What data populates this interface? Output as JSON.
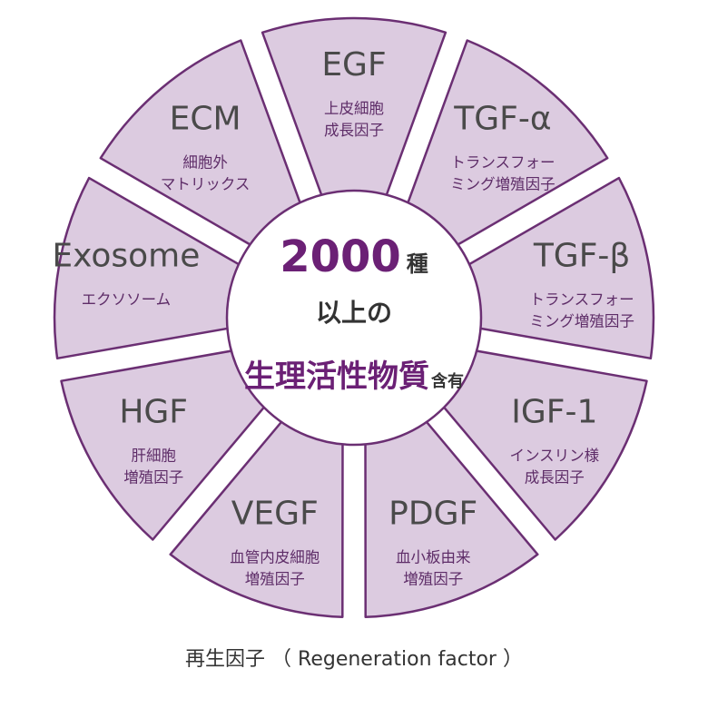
{
  "center": {
    "count": "2000",
    "count_unit": "種",
    "line2": "以上の",
    "substance": "生理活性物質",
    "contains": "含有"
  },
  "caption": "再生因子 （ Regeneration factor ）",
  "colors": {
    "segment_fill": "#dccbe0",
    "outline": "#6b2f73",
    "accent_text": "#6b2075",
    "dark_text": "#333333"
  },
  "segments": [
    {
      "title": "EGF",
      "sub1": "上皮細胞",
      "sub2": "成長因子"
    },
    {
      "title": "TGF-α",
      "sub1": "トランスフォー",
      "sub2": "ミング増殖因子"
    },
    {
      "title": "TGF-β",
      "sub1": "トランスフォー",
      "sub2": "ミング増殖因子"
    },
    {
      "title": "IGF-1",
      "sub1": "インスリン様",
      "sub2": "成長因子"
    },
    {
      "title": "PDGF",
      "sub1": "血小板由来",
      "sub2": "増殖因子"
    },
    {
      "title": "VEGF",
      "sub1": "血管内皮細胞",
      "sub2": "増殖因子"
    },
    {
      "title": "HGF",
      "sub1": "肝細胞",
      "sub2": "増殖因子"
    },
    {
      "title": "Exosome",
      "sub1": "エクソソーム",
      "sub2": ""
    },
    {
      "title": "ECM",
      "sub1": "細胞外",
      "sub2": "マトリックス"
    }
  ]
}
